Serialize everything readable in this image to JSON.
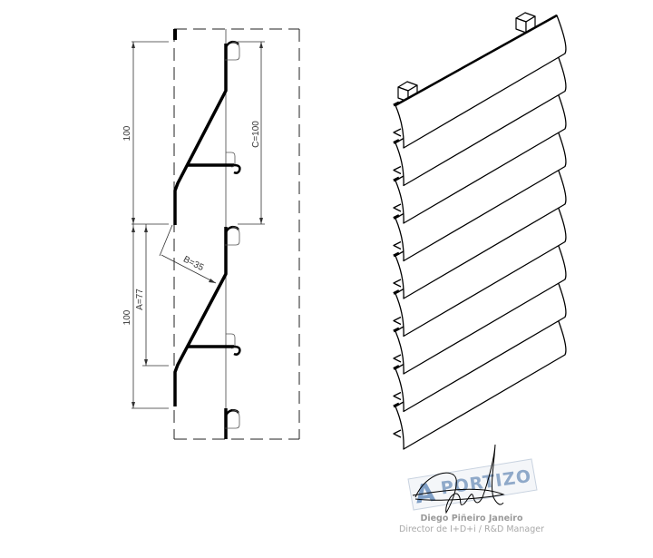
{
  "section_drawing": {
    "dimensions": {
      "overall_pitch_top": "100",
      "overall_pitch_bottom": "100",
      "c_dimension": "C=100",
      "a_dimension": "A=77",
      "b_dimension": "B=35"
    }
  },
  "isometric_view": {
    "slat_count": 9,
    "posts": 2
  },
  "stamp": {
    "brand": "PORTIZO",
    "brand_letter": "A"
  },
  "signature": {
    "name": "Diego Piñeiro Janeiro",
    "role": "Director de I+D+i / R&D Manager"
  }
}
